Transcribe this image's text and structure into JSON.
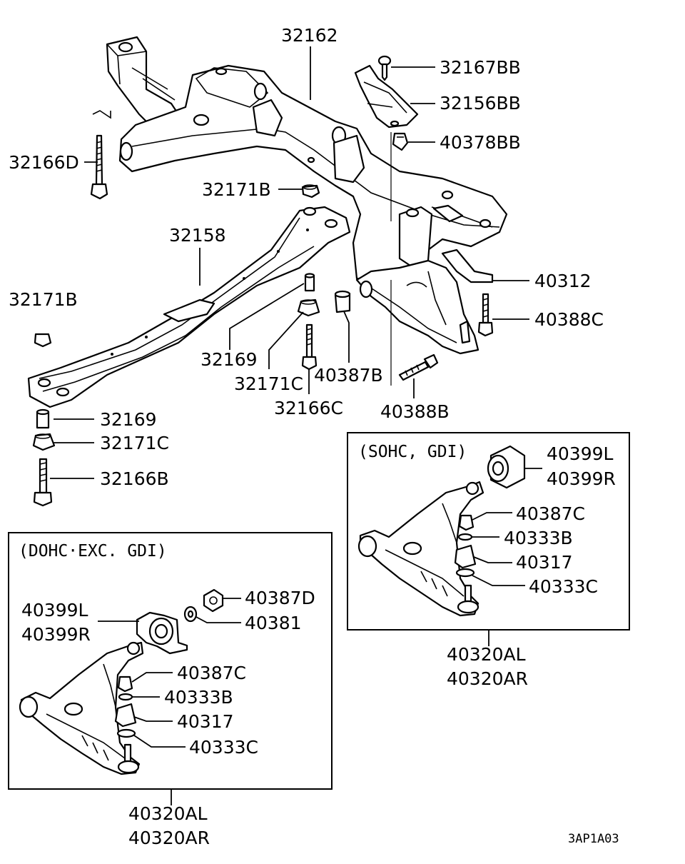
{
  "labels": {
    "p32162": "32162",
    "p32167BB": "32167BB",
    "p32156BB": "32156BB",
    "p40378BB": "40378BB",
    "p32166D": "32166D",
    "p32171B_top": "32171B",
    "p32158": "32158",
    "p32171B_left": "32171B",
    "p40312": "40312",
    "p40388C": "40388C",
    "p32169_mid": "32169",
    "p32171C_mid": "32171C",
    "p40387B": "40387B",
    "p32166C": "32166C",
    "p40388B": "40388B",
    "p32169_left": "32169",
    "p32171C_left": "32171C",
    "p32166B": "32166B"
  },
  "sohc_box": {
    "header": "(SOHC, GDI)",
    "labels": {
      "p40399L": "40399L",
      "p40399R": "40399R",
      "p40387C": "40387C",
      "p40333B": "40333B",
      "p40317": "40317",
      "p40333C": "40333C"
    },
    "assembly_l": "40320AL",
    "assembly_r": "40320AR"
  },
  "dohc_box": {
    "header": "(DOHC·EXC. GDI)",
    "labels": {
      "p40387D": "40387D",
      "p40381": "40381",
      "p40399L": "40399L",
      "p40399R": "40399R",
      "p40387C": "40387C",
      "p40333B": "40333B",
      "p40317": "40317",
      "p40333C": "40333C"
    },
    "assembly_l": "40320AL",
    "assembly_r": "40320AR"
  },
  "diagram_code": "3AP1A03"
}
